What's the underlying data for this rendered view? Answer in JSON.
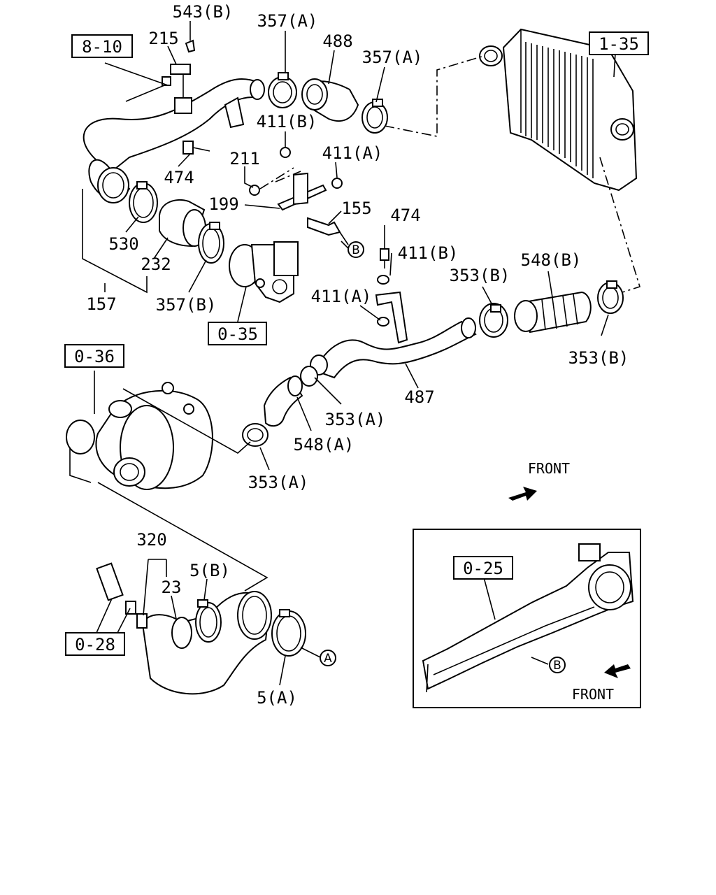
{
  "callouts": {
    "c543b": "543(B)",
    "c215": "215",
    "c357a_1": "357(A)",
    "c488": "488",
    "c357a_2": "357(A)",
    "c411b_1": "411(B)",
    "c474_1": "474",
    "c211": "211",
    "c411a_1": "411(A)",
    "c199": "199",
    "c155": "155",
    "c530": "530",
    "c232": "232",
    "c157": "157",
    "c357b": "357(B)",
    "c474_2": "474",
    "c411b_2": "411(B)",
    "c548b": "548(B)",
    "c353b_1": "353(B)",
    "c411a_2": "411(A)",
    "c353b_2": "353(B)",
    "c487": "487",
    "c353a_1": "353(A)",
    "c548a": "548(A)",
    "c353a_2": "353(A)",
    "c320": "320",
    "c23": "23",
    "c5b": "5(B)",
    "c5a": "5(A)"
  },
  "references": {
    "r8_10": "8-10",
    "r1_35": "1-35",
    "r0_35": "0-35",
    "r0_36": "0-36",
    "r0_28": "0-28",
    "r0_25": "0-25"
  },
  "markers": {
    "A": "A",
    "B": "B"
  },
  "front_label": "FRONT",
  "inset_front_label": "FRONT"
}
